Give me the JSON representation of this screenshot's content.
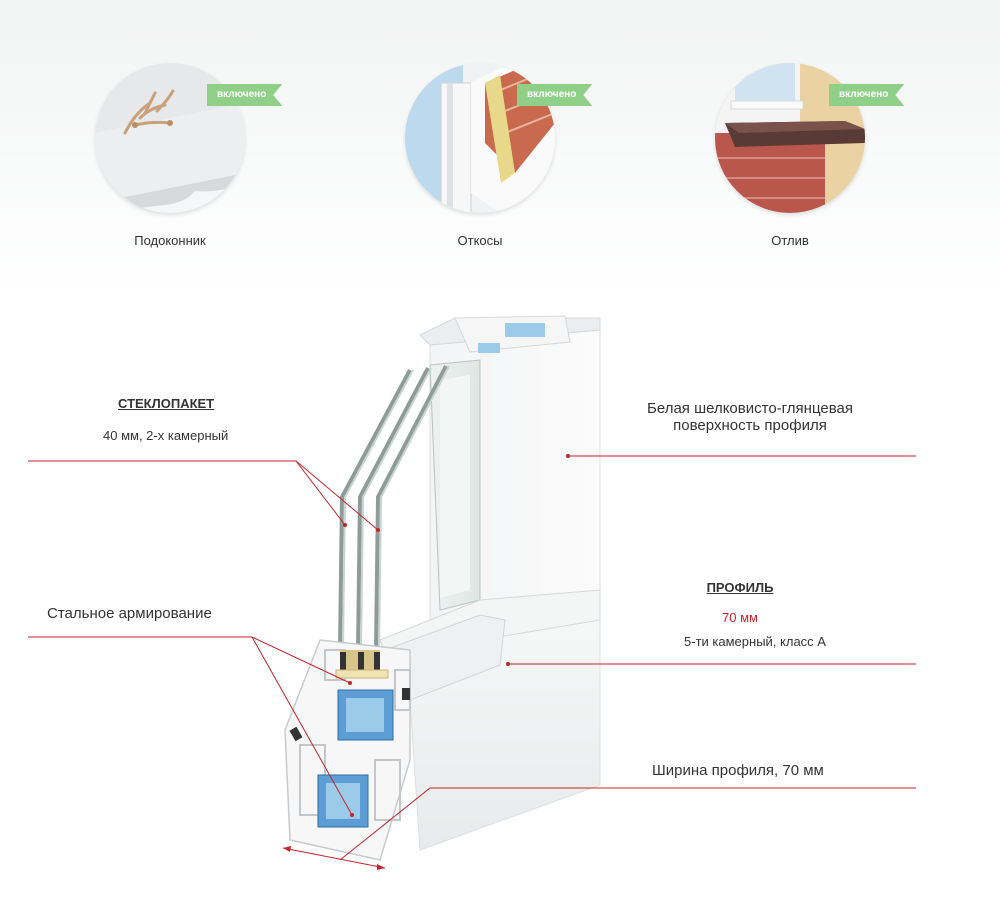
{
  "features": [
    {
      "caption": "Подоконник",
      "badge": "включено",
      "icon": "windowsill-photo"
    },
    {
      "caption": "Откосы",
      "badge": "включено",
      "icon": "window-reveal-photo"
    },
    {
      "caption": "Отлив",
      "badge": "включено",
      "icon": "drip-sill-photo"
    }
  ],
  "callouts": {
    "glass_unit": {
      "title": "СТЕКЛОПАКЕТ",
      "detail": "40 мм, 2-х камерный"
    },
    "surface": {
      "line1": "Белая шелковисто-глянцевая",
      "line2": "поверхность профиля"
    },
    "reinforcement": {
      "title": "Стальное армирование"
    },
    "profile": {
      "title": "ПРОФИЛЬ",
      "value": "70 мм",
      "detail": "5-ти камерный, класс А"
    },
    "width": {
      "title": "Ширина профиля, 70 мм"
    }
  },
  "colors": {
    "accent": "#c0262c",
    "badge": "#8fcf87",
    "chamber_blue": "#9ccbea"
  }
}
